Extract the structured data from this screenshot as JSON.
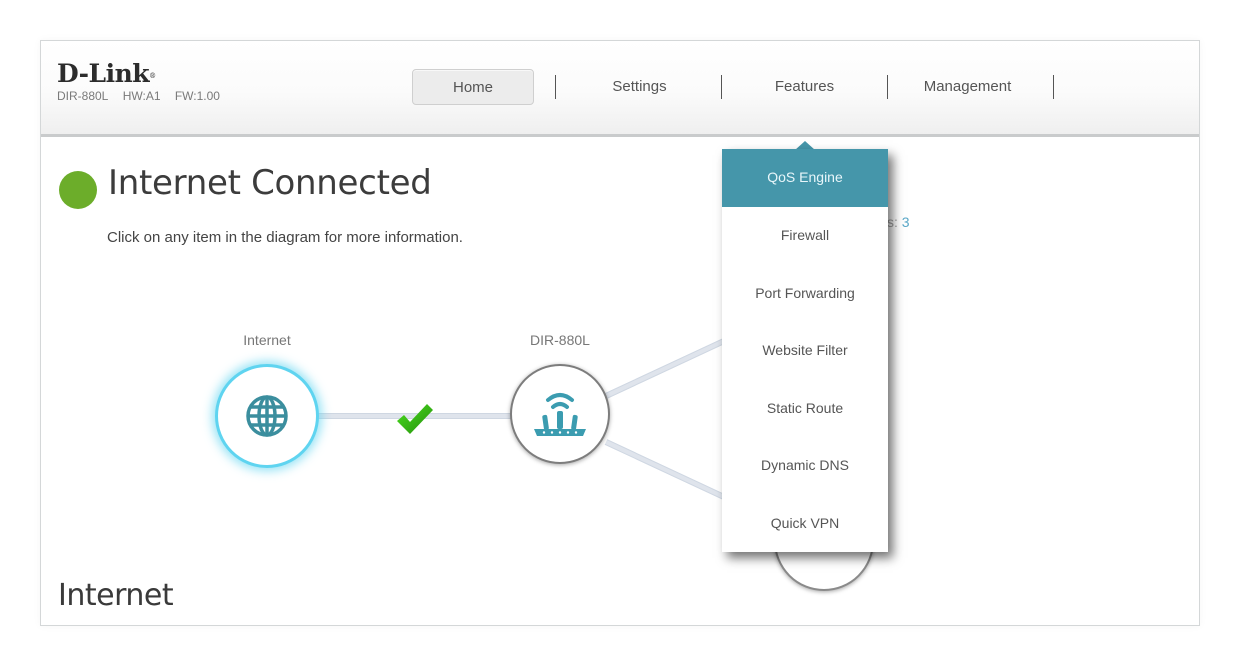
{
  "brand": {
    "logo": "D-Link",
    "model": "DIR-880L",
    "hw": "HW:A1",
    "fw": "FW:1.00"
  },
  "nav": {
    "items": [
      {
        "label": "Home",
        "active": true
      },
      {
        "label": "Settings"
      },
      {
        "label": "Features"
      },
      {
        "label": "Management"
      }
    ]
  },
  "status": {
    "title": "Internet Connected",
    "hint": "Click on any item in the diagram for more information.",
    "color": "#6cad2a"
  },
  "diagram": {
    "internet_label": "Internet",
    "router_label": "DIR-880L",
    "clients_partial_label": "s: ",
    "clients_count": "3"
  },
  "features_menu": {
    "accent": "#4596aa",
    "items": [
      {
        "label": "QoS Engine",
        "active": true
      },
      {
        "label": "Firewall"
      },
      {
        "label": "Port Forwarding"
      },
      {
        "label": "Website Filter"
      },
      {
        "label": "Static Route"
      },
      {
        "label": "Dynamic DNS"
      },
      {
        "label": "Quick VPN"
      }
    ]
  },
  "section": {
    "title": "Internet"
  },
  "icons": {
    "internet": "globe-icon",
    "router": "router-icon",
    "link_ok": "checkmark-icon",
    "clients": "clients-icon"
  }
}
